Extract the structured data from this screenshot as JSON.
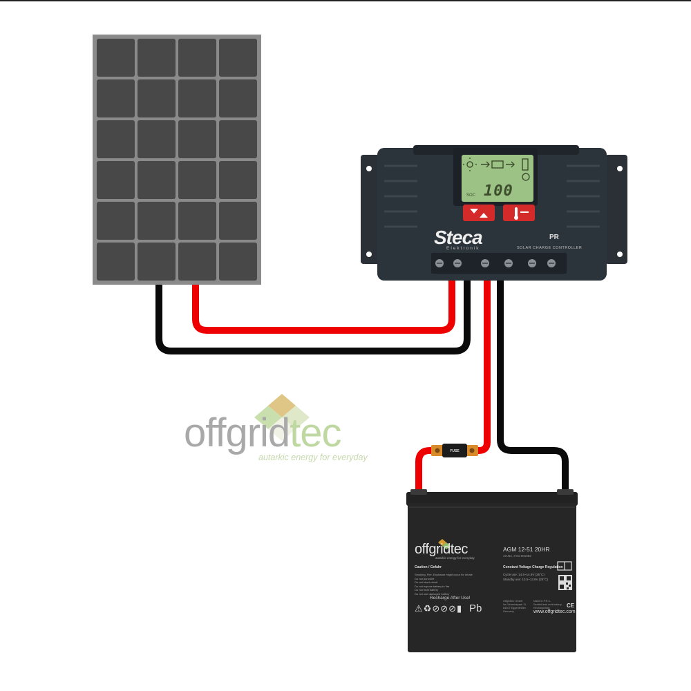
{
  "watermark": {
    "word_part1": "offgrid",
    "word_part2": "tec",
    "tagline": "autarkic energy for everyday"
  },
  "controller": {
    "brand": "Steca",
    "brand_sub": "Elektronik",
    "model": "PR",
    "description": "SOLAR CHARGE CONTROLLER",
    "lcd_prefix": "SOC",
    "lcd_value": "100"
  },
  "fuse": {
    "label": "FUSE"
  },
  "battery": {
    "brand_part1": "offgrid",
    "brand_part2": "tec",
    "brand_tagline": "autarkic energy for everyday",
    "model": "AGM 12-51 20HR",
    "model_sub": "Art.No. 3-01-001052",
    "caution_title": "Caution / Gefahr",
    "warnings": [
      "Smoking, Fire, Explosion might occur for Inhale",
      "Do not puncture",
      "Do not short circuit",
      "Do not expose battery to fire",
      "Do not heat battery",
      "Do not use damaged battery"
    ],
    "cv_title": "Constant Voltage Charge Regulation",
    "cv_rows": [
      "Cycle use:     14.5~14.9V (25°C)",
      "Standby use:  13.5~13.8V (25°C)"
    ],
    "recharge": "Recharge After Use!",
    "pb_symbol": "Pb",
    "info_left": [
      "Offgridtec GmbH",
      "Im Gewerbepark 11",
      "84307 Eggenfelden",
      "Germany"
    ],
    "info_right": [
      "Made in P.R.C.",
      "Sealed lead acid battery",
      "Rechargeable"
    ],
    "ce_mark": "CE",
    "url": "www.offgridtec.com"
  },
  "colors": {
    "panel_frame": "#8a8a8a",
    "panel_cell": "#484848",
    "wire_positive": "#ee0000",
    "wire_negative": "#0a0a0a",
    "controller_body": "#2c343b",
    "lcd": "#9cc286",
    "battery_body": "#262626",
    "watermark_gray": "#a9a9a9",
    "watermark_green": "#bfd7a0"
  }
}
